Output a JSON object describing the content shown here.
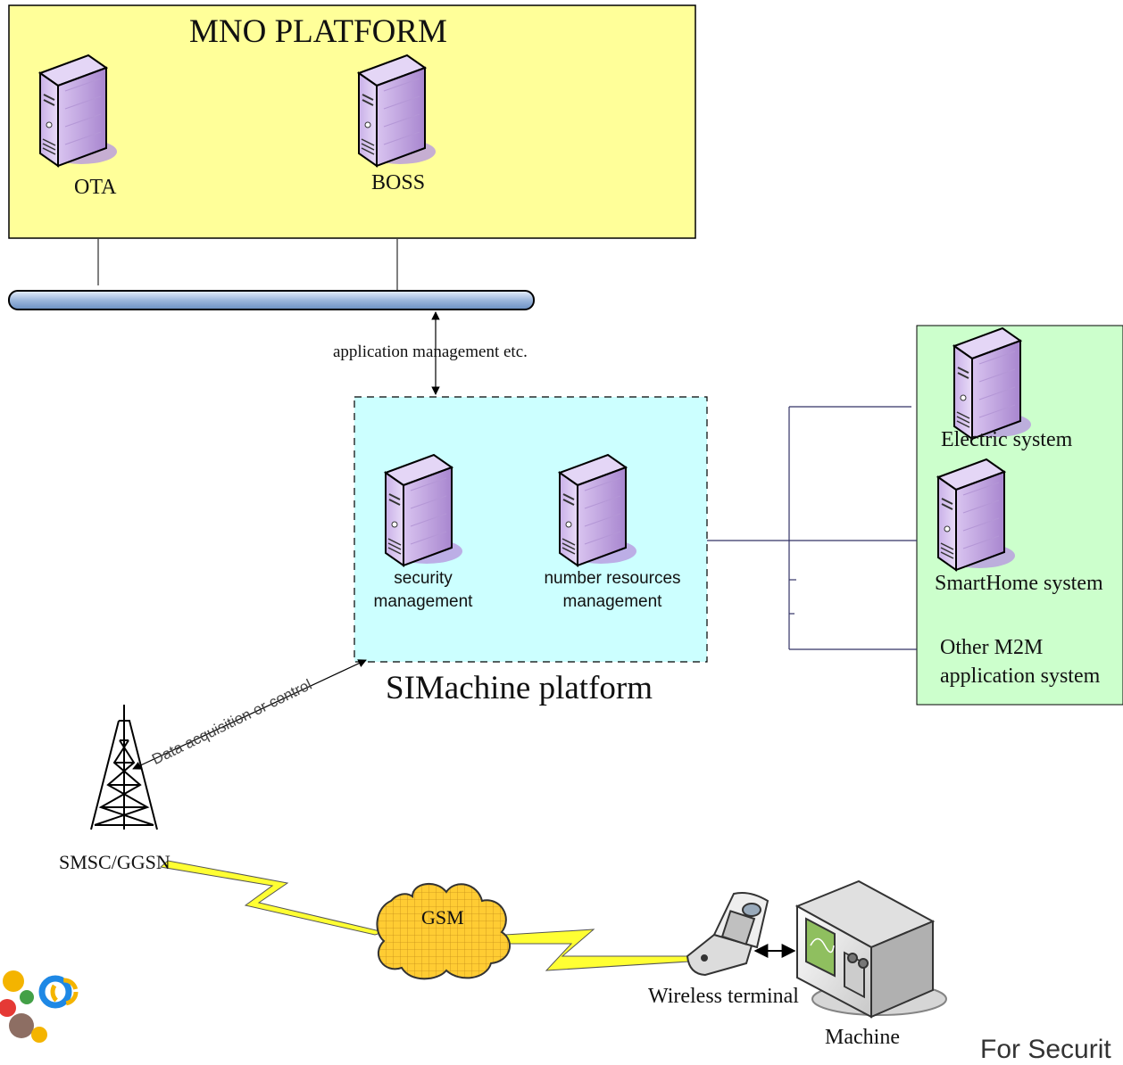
{
  "mno": {
    "title": "MNO PLATFORM",
    "ota_label": "OTA",
    "boss_label": "BOSS"
  },
  "links": {
    "app_mgmt_label": "application management etc.",
    "data_acq_label": "Data acquisition or control"
  },
  "simachine": {
    "title": "SIMachine platform",
    "security_label_1": "security",
    "security_label_2": "management",
    "number_label_1": "number resources",
    "number_label_2": "management"
  },
  "apps": {
    "electric_label": "Electric system",
    "smarthome_label": "SmartHome system",
    "other_label_1": "Other M2M",
    "other_label_2": "application system"
  },
  "network": {
    "smsc_label": "SMSC/GGSN",
    "gsm_label": "GSM",
    "wireless_label": "Wireless terminal",
    "machine_label": "Machine"
  },
  "footer": {
    "cut_text": "For Securit"
  },
  "colors": {
    "mno_fill": "#ffff99",
    "simachine_fill": "#ccffff",
    "apps_fill": "#ccffcc",
    "lightning": "#ffff33",
    "cloud": "#ffcc33",
    "server_purple": "#c8a8e8"
  }
}
